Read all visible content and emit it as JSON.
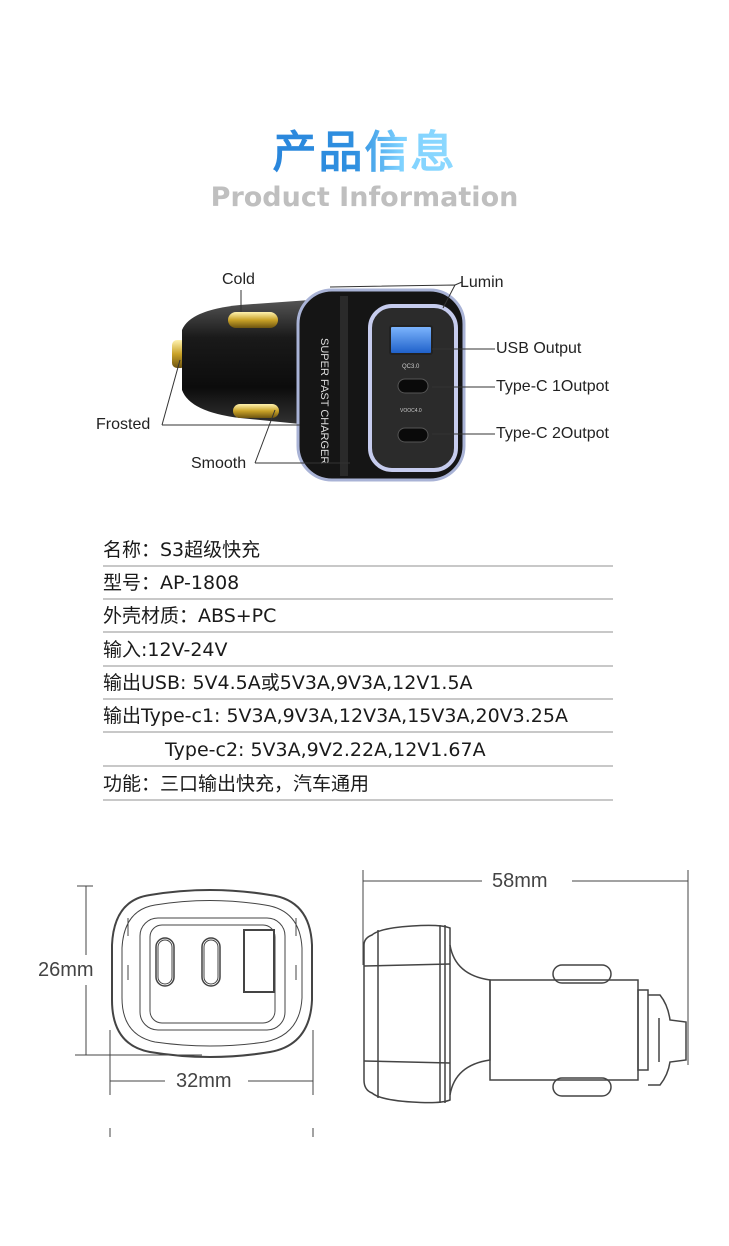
{
  "header": {
    "title_cn": "产品信息",
    "title_en": "Product Information"
  },
  "product_image": {
    "callouts": {
      "cold": "Cold",
      "lumin": "Lumin",
      "usb_output": "USB Output",
      "typec1_output": "Type-C 1Outpot",
      "typec2_output": "Type-C 2Outpot",
      "frosted": "Frosted",
      "smooth": "Smooth"
    },
    "side_print": "SUPER FAST CHARGER",
    "qc_print": "QC3.0",
    "vooc_print": "VOOC4.0"
  },
  "specs": [
    "名称：S3超级快充",
    "型号：AP-1808",
    "外壳材质：ABS+PC",
    "输入:12V-24V",
    "输出USB: 5V4.5A或5V3A,9V3A,12V1.5A",
    "输出Type-c1:  5V3A,9V3A,12V3A,15V3A,20V3.25A",
    "Type-c2:  5V3A,9V2.22A,12V1.67A",
    "功能：三口输出快充，汽车通用"
  ],
  "dimensions": {
    "height": "26mm",
    "width": "32mm",
    "length": "58mm"
  },
  "colors": {
    "title_blue": "#2a86dc",
    "title_light": "#8ed9ff",
    "title_en_gray": "#bfbfbf",
    "rule_gray": "#c8c8c8"
  }
}
